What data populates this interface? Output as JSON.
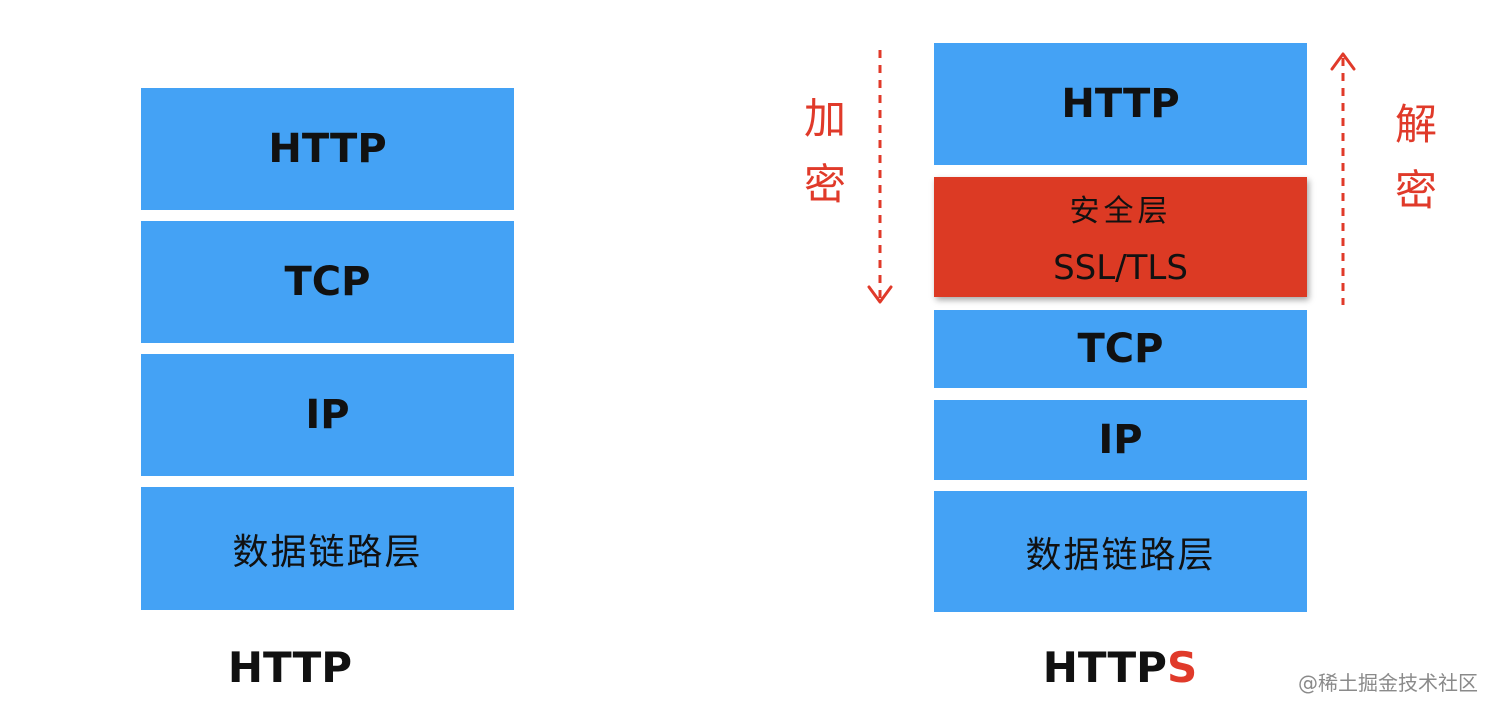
{
  "http_stack": {
    "layers": [
      "HTTP",
      "TCP",
      "IP",
      "数据链路层"
    ],
    "caption": "HTTP"
  },
  "https_stack": {
    "layers": [
      "HTTP",
      "TCP",
      "IP",
      "数据链路层"
    ],
    "security_layer": {
      "line1": "安全层",
      "line2": "SSL/TLS"
    },
    "caption_main": "HTTP",
    "caption_accent": "S"
  },
  "labels": {
    "encrypt": [
      "加",
      "密"
    ],
    "decrypt": [
      "解",
      "密"
    ]
  },
  "colors": {
    "layer_blue": "#44a2f5",
    "security_red": "#dc3a24",
    "accent_red": "#e03a2a"
  },
  "watermark": "@稀土掘金技术社区"
}
